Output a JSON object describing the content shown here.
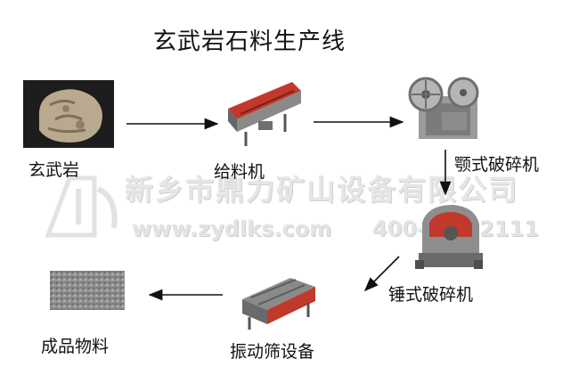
{
  "title": "玄武岩石料生产线",
  "steps": [
    {
      "label": "玄武岩",
      "icon": "basalt-rock-icon"
    },
    {
      "label": "给料机",
      "icon": "vibrating-feeder-icon"
    },
    {
      "label": "颚式破碎机",
      "icon": "jaw-crusher-icon"
    },
    {
      "label": "锤式破碎机",
      "icon": "hammer-crusher-icon"
    },
    {
      "label": "振动筛设备",
      "icon": "vibrating-screen-icon"
    },
    {
      "label": "成品物料",
      "icon": "finished-gravel-icon"
    }
  ],
  "watermark": {
    "company": "新乡市鼎力矿山设备有限公司",
    "website": "www.zydlks.com",
    "phone": "400-700-2111",
    "logo_icon": "company-logo-icon"
  },
  "colors": {
    "arrow": "#111111",
    "machine_red": "#c0392b",
    "machine_gray": "#8a8a8a",
    "watermark": "#e3e3e3"
  }
}
